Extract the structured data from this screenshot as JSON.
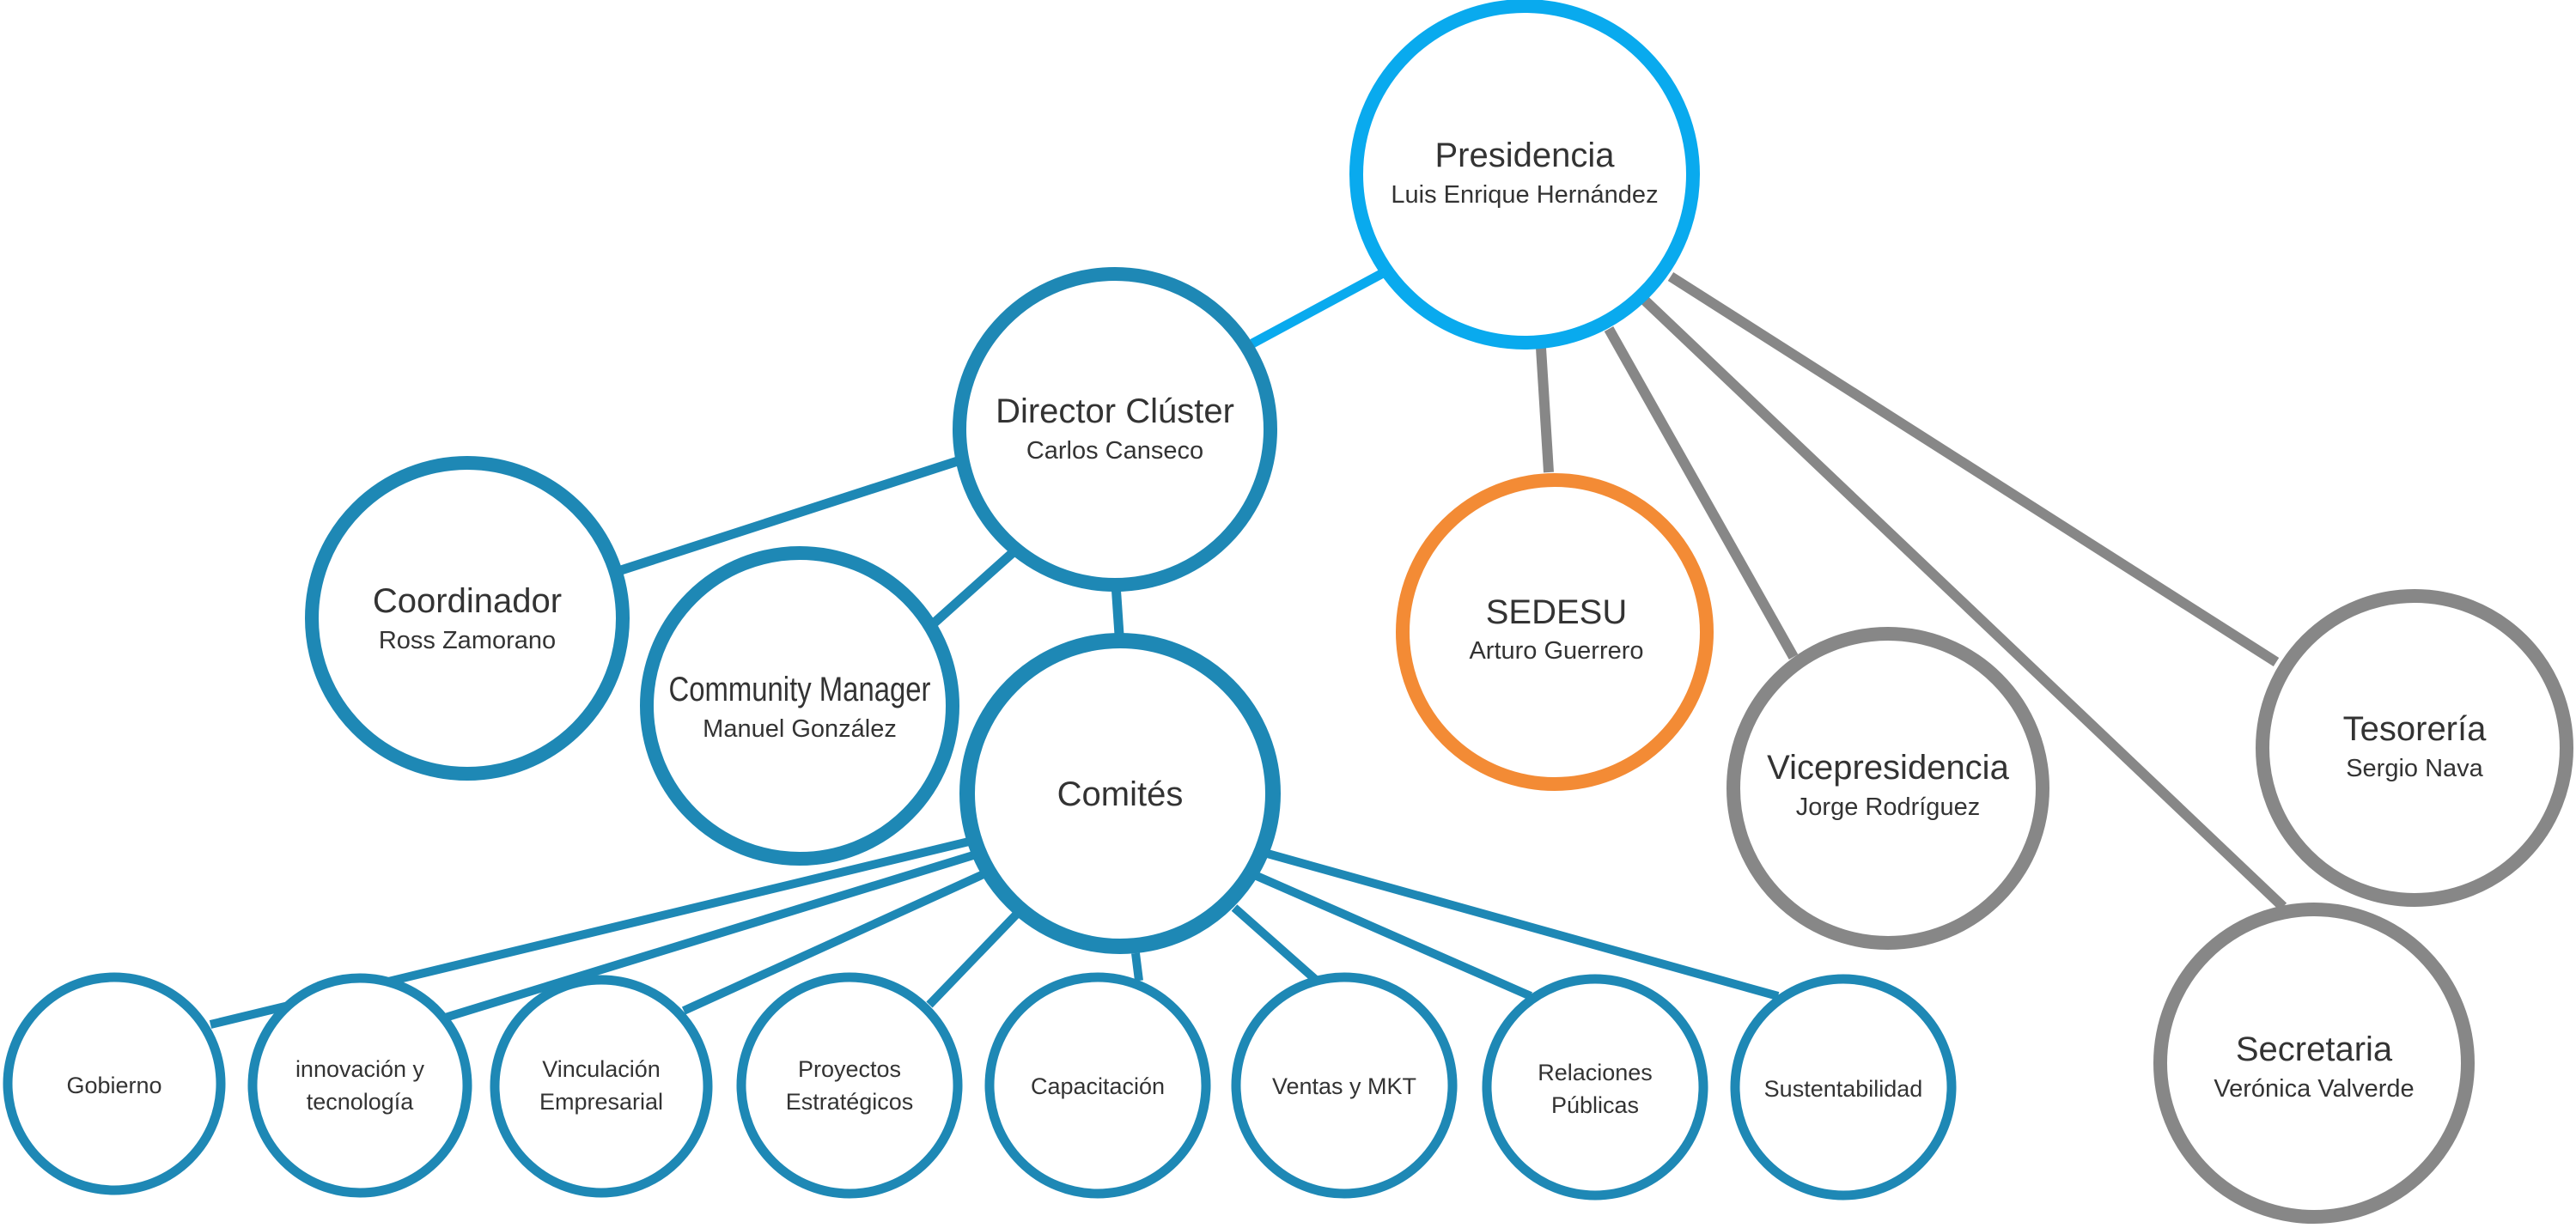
{
  "colors": {
    "primary_blue": "#1e88b5",
    "bright_blue": "#09aaee",
    "orange": "#f38b35",
    "gray": "#878787",
    "text": "#333333",
    "fill": "#ffffff"
  },
  "nodes": {
    "presidencia": {
      "title": "Presidencia",
      "name": "Luis Enrique Hernández"
    },
    "director": {
      "title": "Director Clúster",
      "name": "Carlos Canseco"
    },
    "coordinador": {
      "title": "Coordinador",
      "name": "Ross Zamorano"
    },
    "community": {
      "title": "Community Manager",
      "name": "Manuel González"
    },
    "comites": {
      "title": "Comités"
    },
    "sedesu": {
      "title": "SEDESU",
      "name": "Arturo Guerrero"
    },
    "vicepresidencia": {
      "title": "Vicepresidencia",
      "name": "Jorge Rodríguez"
    },
    "tesoreria": {
      "title": "Tesorería",
      "name": "Sergio Nava"
    },
    "secretaria": {
      "title": "Secretaria",
      "name": "Verónica Valverde"
    }
  },
  "committees": {
    "gobierno": {
      "line1": "Gobierno"
    },
    "innovacion": {
      "line1": "innovación y",
      "line2": "tecnología"
    },
    "vinculacion": {
      "line1": "Vinculación",
      "line2": "Empresarial"
    },
    "proyectos": {
      "line1": "Proyectos",
      "line2": "Estratégicos"
    },
    "capacitacion": {
      "line1": "Capacitación"
    },
    "ventas": {
      "line1": "Ventas y MKT"
    },
    "relaciones": {
      "line1": "Relaciones",
      "line2": "Públicas"
    },
    "sustentabilidad": {
      "line1": "Sustentabilidad"
    }
  }
}
